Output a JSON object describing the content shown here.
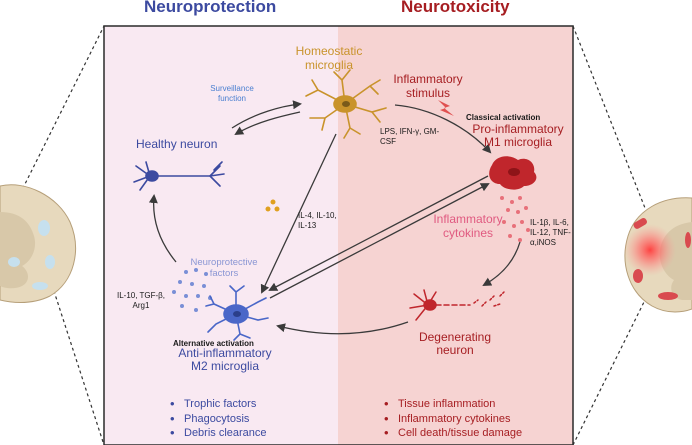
{
  "headings": {
    "left": "Neuroprotection",
    "right": "Neurotoxicity"
  },
  "nodes": {
    "homeostatic": {
      "label": "Homeostatic\nmicroglia"
    },
    "stimulus": {
      "label": "Inflammatory\nstimulus"
    },
    "classical_title": "Classical activation",
    "m1": {
      "label": "Pro-inflammatory\nM1 microglia"
    },
    "healthy": {
      "label": "Healthy neuron"
    },
    "surveillance": "Surveillance\nfunction",
    "lps": "LPS, IFN-γ, GM-\nCSF",
    "il4": "IL-4, IL-10,\nIL-13",
    "cytokines": {
      "label": "Inflammatory\ncytokines"
    },
    "cytokine_list": "IL-1β, IL-6,\nIL-12, TNF-\nα,iNOS",
    "neuroprotective": "Neuroprotective\nfactors",
    "il10": "IL-10, TGF-β,\nArg1",
    "alternative_title": "Alternative activation",
    "m2": {
      "label": "Anti-inflammatory\nM2 microglia"
    },
    "degenerating": {
      "label": "Degenerating\nneuron"
    }
  },
  "bullets": {
    "left": [
      "Trophic factors",
      "Phagocytosis",
      "Debris clearance"
    ],
    "right": [
      "Tissue inflammation",
      "Inflammatory cytokines",
      "Cell death/tissue damage"
    ]
  },
  "icons": [
    "spinal-cord-cross-section",
    "microglia",
    "neuron",
    "lightning-bolt",
    "cytokine-dots"
  ],
  "colors": {
    "protect_bg": "#f9e9f2",
    "toxic_bg": "#f6d3d2",
    "blue": "#3c4aa0",
    "red": "#a61e22",
    "gold": "#c9932b",
    "cell_blue": "#4a67c8",
    "cell_red": "#c0262c"
  }
}
